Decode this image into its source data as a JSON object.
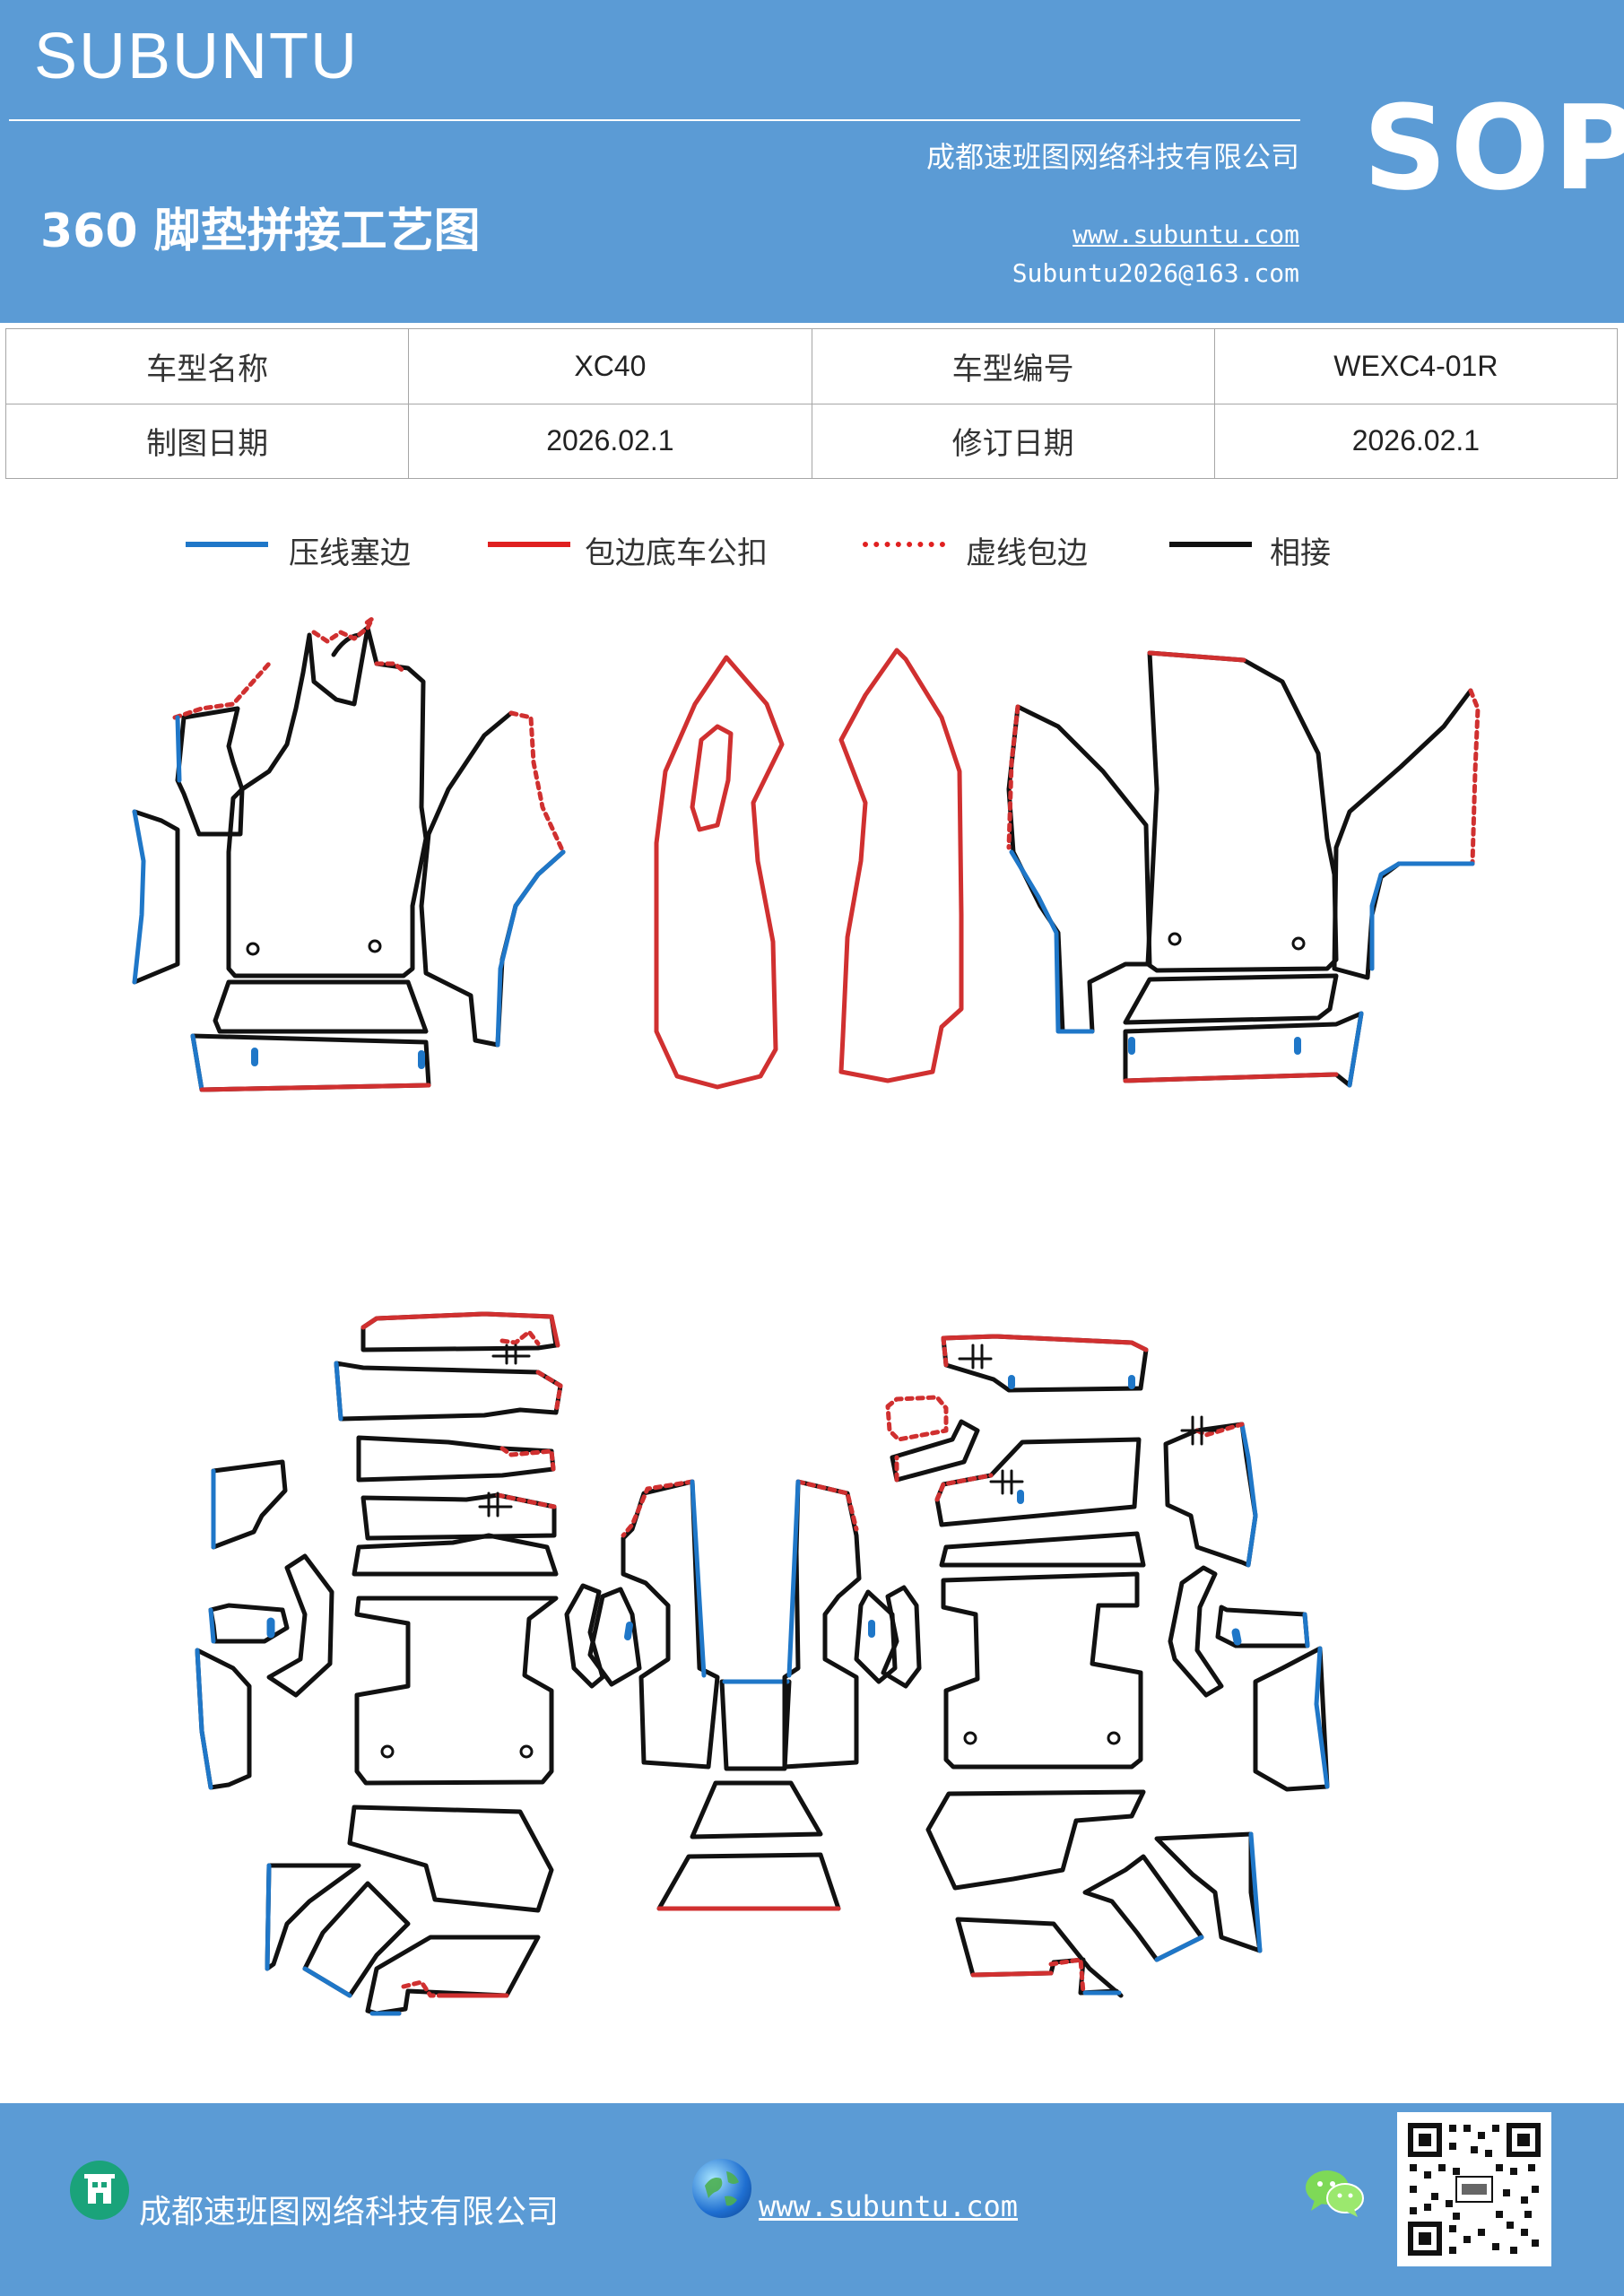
{
  "header": {
    "brand": "SUBUNTU",
    "company": "成都速班图网络科技有限公司",
    "title": "360 脚垫拼接工艺图",
    "website": "www.subuntu.com",
    "email": "Subuntu2026@163.com",
    "badge": "SOP"
  },
  "info_table": {
    "rows": [
      [
        {
          "label": "车型名称"
        },
        {
          "value": "XC40"
        },
        {
          "label": "车型编号"
        },
        {
          "value": "WEXC4-01R"
        }
      ],
      [
        {
          "label": "制图日期"
        },
        {
          "value": "2026.02.1"
        },
        {
          "label": "修订日期"
        },
        {
          "value": "2026.02.1"
        }
      ]
    ]
  },
  "legend": [
    {
      "label": "压线塞边",
      "color": "#1f77c8",
      "style": "solid"
    },
    {
      "label": "包边底车公扣",
      "color": "#e02020",
      "style": "solid"
    },
    {
      "label": "虚线包边",
      "color": "#e02020",
      "style": "dotted"
    },
    {
      "label": "相接",
      "color": "#111111",
      "style": "solid"
    }
  ],
  "colors": {
    "blue": "#1f77c8",
    "red": "#d03030",
    "black": "#111111",
    "header_bg": "#5b9bd5"
  },
  "footer": {
    "company": "成都速班图网络科技有限公司",
    "website": "www.subuntu.com",
    "icons": [
      "building-icon",
      "globe-icon",
      "wechat-icon",
      "qr-code"
    ]
  }
}
